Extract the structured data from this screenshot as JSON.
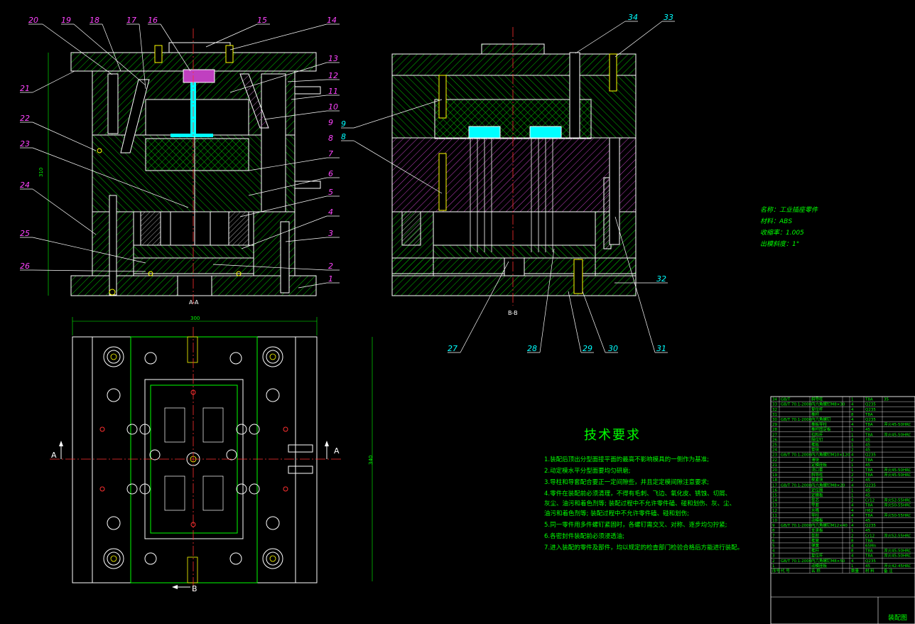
{
  "drawing": {
    "part_numbers_left": [
      "20",
      "19",
      "18",
      "17",
      "16",
      "15",
      "14",
      "13",
      "12",
      "11",
      "10",
      "9",
      "8",
      "7",
      "6",
      "5",
      "4",
      "3",
      "2",
      "1",
      "21",
      "22",
      "23",
      "24",
      "25",
      "26"
    ],
    "part_numbers_right": [
      "34",
      "33",
      "9",
      "8",
      "27",
      "28",
      "29",
      "30",
      "31",
      "32"
    ],
    "section_aa": "A-A",
    "section_bb": "B-B",
    "marker_a": "A",
    "marker_b": "B",
    "dim_top": "300",
    "dim_side": "340",
    "dim_height": "310"
  },
  "info": {
    "name": "名称：工业插座零件",
    "material": "材料：ABS",
    "shrink": "收缩率：1.005",
    "draft": "出模斜度：1°"
  },
  "tech": {
    "title": "技术要求",
    "items": [
      "1.装配后顶出分型面接平面的最高不影响模具的一侧作为基准;",
      "2.动定模水平分型面要均匀研磨;",
      "3.导柱和导套配合要正一定间隙些，并且定定模间隙注意要求;",
      "4.零件在装配前必须清理，不得有毛刺、飞边、氧化皮、锈蚀、切屑、",
      "灰尘、油污和着色剂等; 装配过程中不允许零件磕、碰和划伤、灰、尘、",
      "油污和着色剂等; 装配过程中不允许零件磕、碰和划伤;",
      "5.同一零件用多件螺钉紧固时，各螺钉需交叉、对称、逐步均匀拧紧;",
      "6.各密封件装配前必须浸透油;",
      "7.进入装配的零件及部件，均以规定的检查部门检验合格后方能进行装配。"
    ]
  },
  "bom": {
    "rows": [
      [
        "34",
        "GB/T",
        "斜导柱",
        "1",
        "T8A",
        "35"
      ],
      [
        "33",
        "GB/T 70.1-2000",
        "内六角螺钉M8×30",
        "4",
        "Q235",
        ""
      ],
      [
        "32",
        "",
        "复位杆",
        "4",
        "Q235",
        ""
      ],
      [
        "31",
        "",
        "推杆",
        "8",
        "T8A",
        ""
      ],
      [
        "30",
        "GB/T 70.1-2000",
        "内六角螺钉",
        "4",
        "Q235",
        ""
      ],
      [
        "29",
        "",
        "推板导柱",
        "4",
        "T8A",
        "淬火45-50HRC"
      ],
      [
        "28",
        "",
        "推杆固定板",
        "1",
        "45",
        ""
      ],
      [
        "27",
        "",
        "拉料杆",
        "1",
        "T8A",
        "淬火45-50HRC"
      ],
      [
        "26",
        "",
        "限位钉",
        "4",
        "45",
        ""
      ],
      [
        "25",
        "",
        "推板",
        "1",
        "45",
        ""
      ],
      [
        "24",
        "",
        "垫块",
        "2",
        "45",
        ""
      ],
      [
        "23",
        "GB/T 70.1-2000",
        "内六角螺钉M10×120",
        "4",
        "Q235",
        ""
      ],
      [
        "22",
        "",
        "滑块",
        "2",
        "T8A",
        ""
      ],
      [
        "21",
        "",
        "定模座板",
        "1",
        "45",
        ""
      ],
      [
        "20",
        "",
        "浇口套",
        "1",
        "T8A",
        "淬火45-50HRC"
      ],
      [
        "19",
        "",
        "斜导柱",
        "2",
        "T8A",
        "淬火45-50HRC"
      ],
      [
        "18",
        "",
        "楔紧块",
        "2",
        "45",
        ""
      ],
      [
        "17",
        "GB/T 70.1-2000",
        "内六角螺钉M8×20",
        "4",
        "Q235",
        ""
      ],
      [
        "16",
        "",
        "定位圈",
        "1",
        "45",
        ""
      ],
      [
        "15",
        "",
        "定模板",
        "1",
        "45",
        ""
      ],
      [
        "14",
        "",
        "型芯",
        "2",
        "Cr12",
        "淬火52-55HRC"
      ],
      [
        "13",
        "",
        "导套",
        "4",
        "T8A",
        "淬火50-55HRC"
      ],
      [
        "12",
        "",
        "水嘴",
        "4",
        "H62",
        ""
      ],
      [
        "11",
        "",
        "导柱",
        "4",
        "T8A",
        "淬火50-55HRC"
      ],
      [
        "10",
        "",
        "动模板",
        "1",
        "45",
        ""
      ],
      [
        "9",
        "GB/T 70.1-2000",
        "内六角螺钉M12×40",
        "4",
        "Q235",
        ""
      ],
      [
        "8",
        "",
        "支承板",
        "1",
        "45",
        ""
      ],
      [
        "7",
        "",
        "型腔",
        "2",
        "Cr12",
        "淬火52-55HRC"
      ],
      [
        "6",
        "",
        "推管",
        "8",
        "T8A",
        ""
      ],
      [
        "5",
        "",
        "弹簧",
        "4",
        "65Mn",
        ""
      ],
      [
        "4",
        "",
        "推杆",
        "8",
        "T8A",
        "淬火45-50HRC"
      ],
      [
        "3",
        "",
        "复位杆",
        "4",
        "T8A",
        "淬火45-50HRC"
      ],
      [
        "2",
        "GB/T 70.1-2000",
        "内六角螺钉M8×50",
        "4",
        "Q235",
        ""
      ],
      [
        "1",
        "",
        "动模座板",
        "1",
        "45",
        "淬火42-45HRC"
      ]
    ],
    "header": [
      "序号",
      "代 号",
      "名 称",
      "数量",
      "材 料",
      "备 注"
    ],
    "title_block": "装配图"
  }
}
